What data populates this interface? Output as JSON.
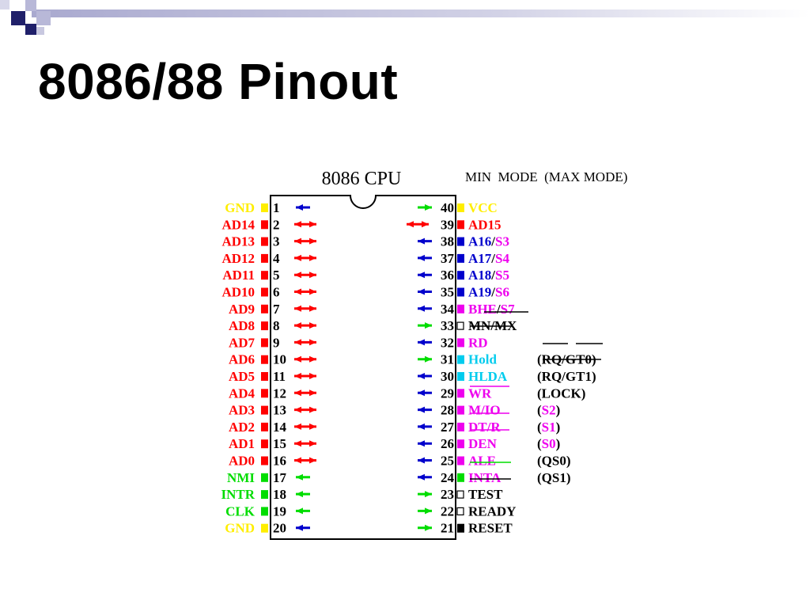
{
  "slide": {
    "title": "8086/88 Pinout"
  },
  "chip": {
    "label": "8086 CPU",
    "mode_header": "MIN  MODE  (MAX MODE)"
  },
  "colors": {
    "power": "#ffee00",
    "address_data": "#ff0000",
    "input": "#00dd00",
    "address_status": "#0000cc",
    "status": "#ee00ee",
    "hold": "#00ccee",
    "black": "#000000",
    "header_band": "#c0c0dd",
    "header_squares": "#20206a"
  },
  "left_pins": [
    {
      "num": "1",
      "name": "GND",
      "color": "power",
      "arrow": "in",
      "arrow_color": "address_status"
    },
    {
      "num": "2",
      "name": "AD14",
      "color": "address_data",
      "arrow": "both",
      "arrow_color": "address_data"
    },
    {
      "num": "3",
      "name": "AD13",
      "color": "address_data",
      "arrow": "both",
      "arrow_color": "address_data"
    },
    {
      "num": "4",
      "name": "AD12",
      "color": "address_data",
      "arrow": "both",
      "arrow_color": "address_data"
    },
    {
      "num": "5",
      "name": "AD11",
      "color": "address_data",
      "arrow": "both",
      "arrow_color": "address_data"
    },
    {
      "num": "6",
      "name": "AD10",
      "color": "address_data",
      "arrow": "both",
      "arrow_color": "address_data"
    },
    {
      "num": "7",
      "name": "AD9",
      "color": "address_data",
      "arrow": "both",
      "arrow_color": "address_data"
    },
    {
      "num": "8",
      "name": "AD8",
      "color": "address_data",
      "arrow": "both",
      "arrow_color": "address_data"
    },
    {
      "num": "9",
      "name": "AD7",
      "color": "address_data",
      "arrow": "both",
      "arrow_color": "address_data"
    },
    {
      "num": "10",
      "name": "AD6",
      "color": "address_data",
      "arrow": "both",
      "arrow_color": "address_data"
    },
    {
      "num": "11",
      "name": "AD5",
      "color": "address_data",
      "arrow": "both",
      "arrow_color": "address_data"
    },
    {
      "num": "12",
      "name": "AD4",
      "color": "address_data",
      "arrow": "both",
      "arrow_color": "address_data"
    },
    {
      "num": "13",
      "name": "AD3",
      "color": "address_data",
      "arrow": "both",
      "arrow_color": "address_data"
    },
    {
      "num": "14",
      "name": "AD2",
      "color": "address_data",
      "arrow": "both",
      "arrow_color": "address_data"
    },
    {
      "num": "15",
      "name": "AD1",
      "color": "address_data",
      "arrow": "both",
      "arrow_color": "address_data"
    },
    {
      "num": "16",
      "name": "AD0",
      "color": "address_data",
      "arrow": "both",
      "arrow_color": "address_data"
    },
    {
      "num": "17",
      "name": "NMI",
      "color": "input",
      "arrow": "in",
      "arrow_color": "input"
    },
    {
      "num": "18",
      "name": "INTR",
      "color": "input",
      "arrow": "in",
      "arrow_color": "input"
    },
    {
      "num": "19",
      "name": "CLK",
      "color": "input",
      "arrow": "in",
      "arrow_color": "input"
    },
    {
      "num": "20",
      "name": "GND",
      "color": "power",
      "arrow": "in",
      "arrow_color": "address_status"
    }
  ],
  "right_pins": [
    {
      "num": "40",
      "color": "power",
      "arrow": "in",
      "arrow_color": "input",
      "square": "filled",
      "parts": [
        {
          "t": "VCC",
          "c": "power"
        }
      ]
    },
    {
      "num": "39",
      "color": "address_data",
      "arrow": "both",
      "arrow_color": "address_data",
      "square": "filled",
      "parts": [
        {
          "t": "AD15",
          "c": "address_data"
        }
      ]
    },
    {
      "num": "38",
      "color": "address_status",
      "arrow": "out",
      "arrow_color": "address_status",
      "square": "filled",
      "parts": [
        {
          "t": "A16",
          "c": "address_status"
        },
        {
          "t": "/",
          "c": "black"
        },
        {
          "t": "S3",
          "c": "status"
        }
      ]
    },
    {
      "num": "37",
      "color": "address_status",
      "arrow": "out",
      "arrow_color": "address_status",
      "square": "filled",
      "parts": [
        {
          "t": "A17",
          "c": "address_status"
        },
        {
          "t": "/",
          "c": "black"
        },
        {
          "t": "S4",
          "c": "status"
        }
      ]
    },
    {
      "num": "36",
      "color": "address_status",
      "arrow": "out",
      "arrow_color": "address_status",
      "square": "filled",
      "parts": [
        {
          "t": "A18",
          "c": "address_status"
        },
        {
          "t": "/",
          "c": "black"
        },
        {
          "t": "S5",
          "c": "status"
        }
      ]
    },
    {
      "num": "35",
      "color": "address_status",
      "arrow": "out",
      "arrow_color": "address_status",
      "square": "filled",
      "parts": [
        {
          "t": "A19",
          "c": "address_status"
        },
        {
          "t": "/",
          "c": "black"
        },
        {
          "t": "S6",
          "c": "status"
        }
      ]
    },
    {
      "num": "34",
      "color": "status",
      "arrow": "out",
      "arrow_color": "address_status",
      "square": "filled",
      "parts": [
        {
          "t": "BHE",
          "c": "status"
        },
        {
          "t": "/",
          "c": "black"
        },
        {
          "t": "S7",
          "c": "status"
        }
      ]
    },
    {
      "num": "33",
      "color": "black",
      "arrow": "in",
      "arrow_color": "input",
      "square": "open",
      "parts": [
        {
          "t": "MN/MX",
          "c": "black"
        }
      ]
    },
    {
      "num": "32",
      "color": "status",
      "arrow": "out",
      "arrow_color": "address_status",
      "square": "filled",
      "parts": [
        {
          "t": "RD",
          "c": "status"
        }
      ]
    },
    {
      "num": "31",
      "color": "hold",
      "arrow": "in",
      "arrow_color": "input",
      "square": "filled",
      "parts": [
        {
          "t": "Hold",
          "c": "hold"
        }
      ]
    },
    {
      "num": "30",
      "color": "hold",
      "arrow": "out",
      "arrow_color": "address_status",
      "square": "filled",
      "parts": [
        {
          "t": "HLDA",
          "c": "hold"
        }
      ]
    },
    {
      "num": "29",
      "color": "status",
      "arrow": "out",
      "arrow_color": "address_status",
      "square": "filled",
      "parts": [
        {
          "t": "WR",
          "c": "status"
        }
      ]
    },
    {
      "num": "28",
      "color": "status",
      "arrow": "out",
      "arrow_color": "address_status",
      "square": "filled",
      "parts": [
        {
          "t": "M/IO",
          "c": "status"
        }
      ]
    },
    {
      "num": "27",
      "color": "status",
      "arrow": "out",
      "arrow_color": "address_status",
      "square": "filled",
      "parts": [
        {
          "t": "DT/R",
          "c": "status"
        }
      ]
    },
    {
      "num": "26",
      "color": "status",
      "arrow": "out",
      "arrow_color": "address_status",
      "square": "filled",
      "parts": [
        {
          "t": "DEN",
          "c": "status"
        }
      ]
    },
    {
      "num": "25",
      "color": "status",
      "arrow": "out",
      "arrow_color": "address_status",
      "square": "filled",
      "parts": [
        {
          "t": "ALE",
          "c": "status"
        }
      ]
    },
    {
      "num": "24",
      "color": "input",
      "arrow": "out",
      "arrow_color": "address_status",
      "square": "filled",
      "parts": [
        {
          "t": "INTA",
          "c": "status"
        }
      ]
    },
    {
      "num": "23",
      "color": "black",
      "arrow": "in",
      "arrow_color": "input",
      "square": "open",
      "parts": [
        {
          "t": "TEST",
          "c": "black"
        }
      ]
    },
    {
      "num": "22",
      "color": "black",
      "arrow": "in",
      "arrow_color": "input",
      "square": "open",
      "parts": [
        {
          "t": "READY",
          "c": "black"
        }
      ]
    },
    {
      "num": "21",
      "color": "black",
      "arrow": "in",
      "arrow_color": "input",
      "square": "filled",
      "parts": [
        {
          "t": "RESET",
          "c": "black"
        }
      ]
    }
  ],
  "max_mode": [
    {
      "pin": "31",
      "parts": [
        {
          "t": "(",
          "c": "black"
        },
        {
          "t": "RQ",
          "c": "black"
        },
        {
          "t": "/",
          "c": "black"
        },
        {
          "t": "GT0",
          "c": "black"
        },
        {
          "t": ")",
          "c": "black"
        }
      ]
    },
    {
      "pin": "30",
      "parts": [
        {
          "t": "(",
          "c": "black"
        },
        {
          "t": "RQ",
          "c": "black"
        },
        {
          "t": "/",
          "c": "black"
        },
        {
          "t": "GT1",
          "c": "black"
        },
        {
          "t": ")",
          "c": "black"
        }
      ]
    },
    {
      "pin": "29",
      "parts": [
        {
          "t": "(LOCK)",
          "c": "black"
        }
      ]
    },
    {
      "pin": "28",
      "parts": [
        {
          "t": "(",
          "c": "black"
        },
        {
          "t": "S2",
          "c": "status"
        },
        {
          "t": ")",
          "c": "black"
        }
      ]
    },
    {
      "pin": "27",
      "parts": [
        {
          "t": "(",
          "c": "black"
        },
        {
          "t": "S1",
          "c": "status"
        },
        {
          "t": ")",
          "c": "black"
        }
      ]
    },
    {
      "pin": "26",
      "parts": [
        {
          "t": "(",
          "c": "black"
        },
        {
          "t": "S0",
          "c": "status"
        },
        {
          "t": ")",
          "c": "black"
        }
      ]
    },
    {
      "pin": "25",
      "parts": [
        {
          "t": "(QS0)",
          "c": "black"
        }
      ]
    },
    {
      "pin": "24",
      "parts": [
        {
          "t": "(QS1)",
          "c": "black"
        }
      ]
    }
  ]
}
